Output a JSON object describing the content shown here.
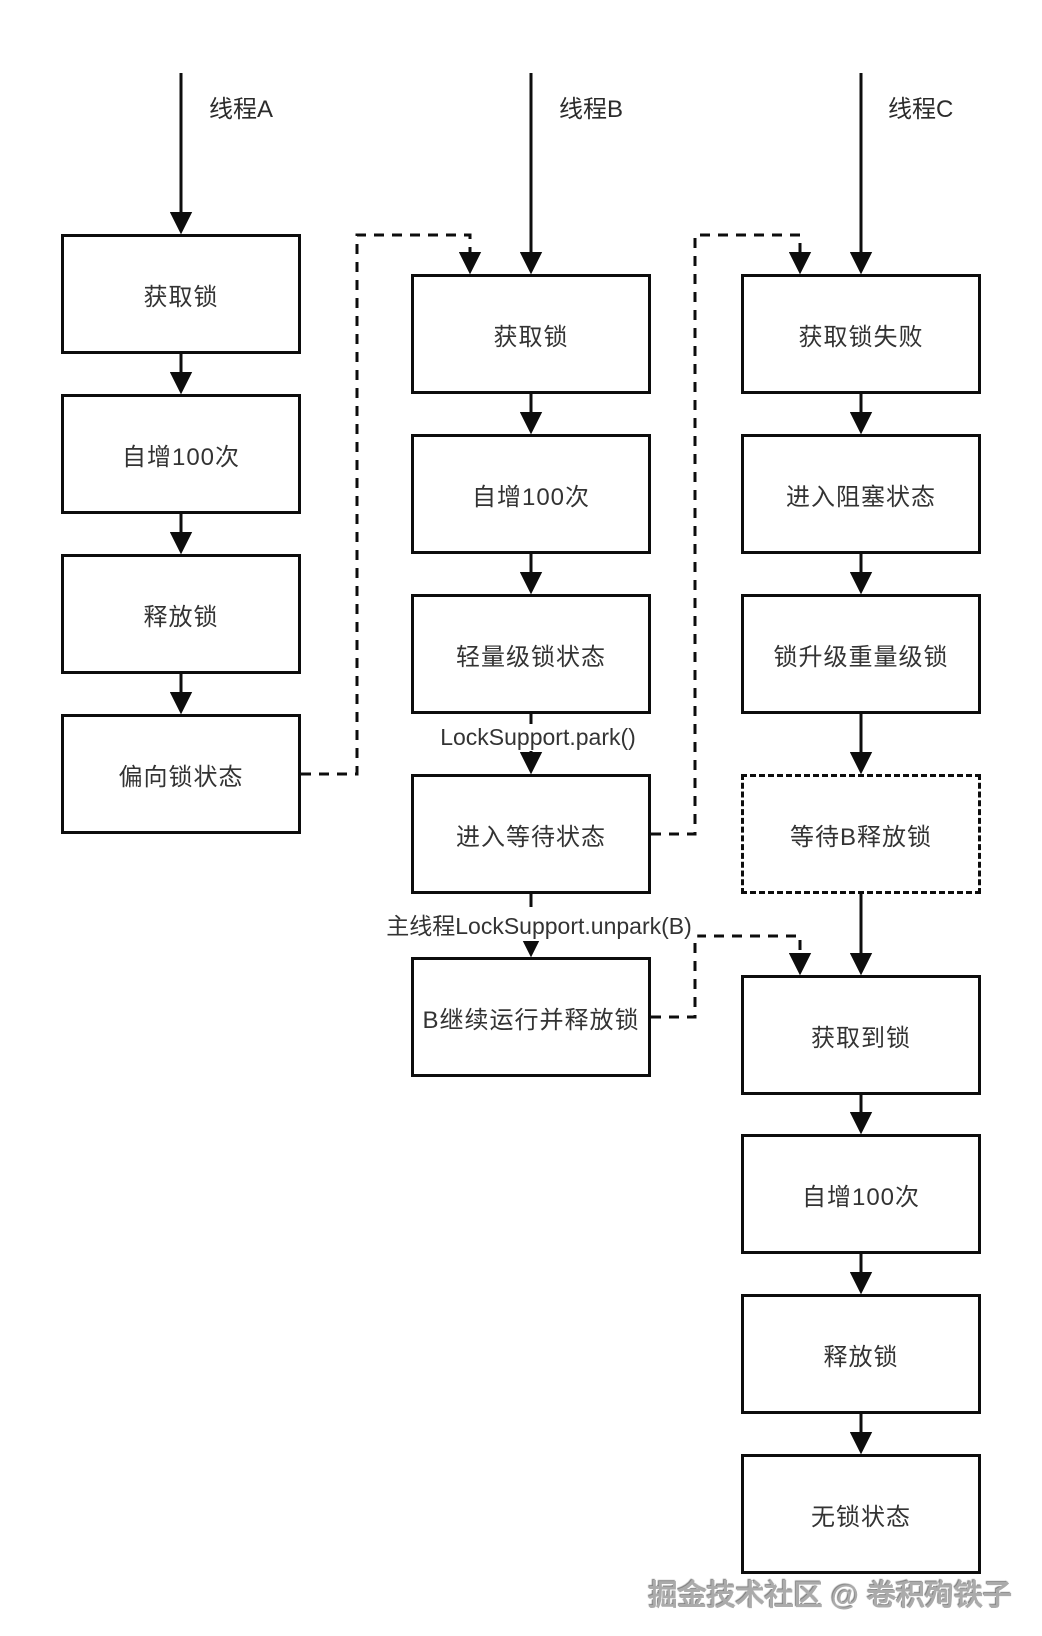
{
  "threads": [
    {
      "id": "A",
      "label": "线程A",
      "steps": [
        "获取锁",
        "自增100次",
        "释放锁",
        "偏向锁状态"
      ]
    },
    {
      "id": "B",
      "label": "线程B",
      "steps": [
        "获取锁",
        "自增100次",
        "轻量级锁状态",
        "进入等待状态",
        "B继续运行并释放锁"
      ]
    },
    {
      "id": "C",
      "label": "线程C",
      "steps": [
        "获取锁失败",
        "进入阻塞状态",
        "锁升级重量级锁",
        "等待B释放锁",
        "获取到锁",
        "自增100次",
        "释放锁",
        "无锁状态"
      ]
    }
  ],
  "edge_labels": {
    "park": "LockSupport.park()",
    "unpark": "主线程LockSupport.unpark(B)"
  },
  "watermark": "掘金技术社区 @ 卷积殉铁子",
  "colors": {
    "line": "#0d0d0d",
    "text": "#333333",
    "background": "#ffffff",
    "watermark": "#ababab"
  }
}
